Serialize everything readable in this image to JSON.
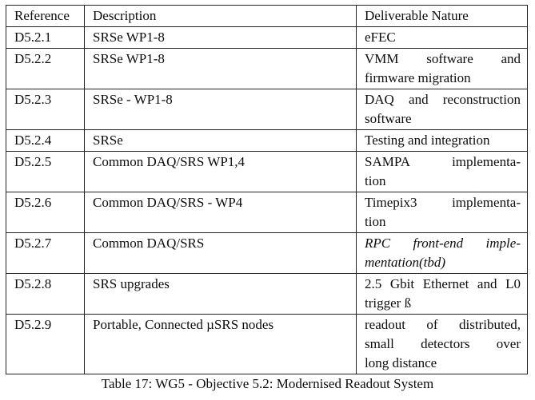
{
  "table": {
    "columns": [
      "Reference",
      "Description",
      "Deliverable Nature"
    ],
    "rows": [
      {
        "reference": "D5.2.1",
        "description": "SRSe WP1-8",
        "deliverable_lines": [
          "eFEC"
        ],
        "deliverable_style": "normal"
      },
      {
        "reference": "D5.2.2",
        "description": "SRSe WP1-8",
        "deliverable_lines": [
          "VMM software and",
          "firmware migration"
        ],
        "deliverable_style": "normal"
      },
      {
        "reference": "D5.2.3",
        "description": "SRSe - WP1-8",
        "deliverable_lines": [
          "DAQ and reconstruction",
          "software"
        ],
        "deliverable_style": "normal"
      },
      {
        "reference": "D5.2.4",
        "description": "SRSe",
        "deliverable_lines": [
          "Testing and integration"
        ],
        "deliverable_style": "normal"
      },
      {
        "reference": "D5.2.5",
        "description": "Common DAQ/SRS WP1,4",
        "deliverable_lines": [
          "SAMPA implementa-",
          "tion"
        ],
        "deliverable_style": "normal"
      },
      {
        "reference": "D5.2.6",
        "description": "Common DAQ/SRS - WP4",
        "deliverable_lines": [
          "Timepix3 implementa-",
          "tion"
        ],
        "deliverable_style": "normal"
      },
      {
        "reference": "D5.2.7",
        "description": "Common DAQ/SRS",
        "deliverable_lines": [
          "RPC front-end imple-",
          "mentation(tbd)"
        ],
        "deliverable_style": "italic"
      },
      {
        "reference": "D5.2.8",
        "description": "SRS upgrades",
        "deliverable_lines": [
          "2.5 Gbit Ethernet and L0",
          "trigger ß"
        ],
        "deliverable_style": "normal"
      },
      {
        "reference": "D5.2.9",
        "description": "Portable, Connected µSRS nodes",
        "deliverable_lines": [
          "readout of distributed,",
          "small detectors over",
          "long distance"
        ],
        "deliverable_style": "normal"
      }
    ]
  },
  "caption": "Table 17: WG5 - Objective 5.2: Modernised Readout System",
  "colors": {
    "text": "#0d0d0d",
    "border": "#242424",
    "background": "#ffffff"
  }
}
